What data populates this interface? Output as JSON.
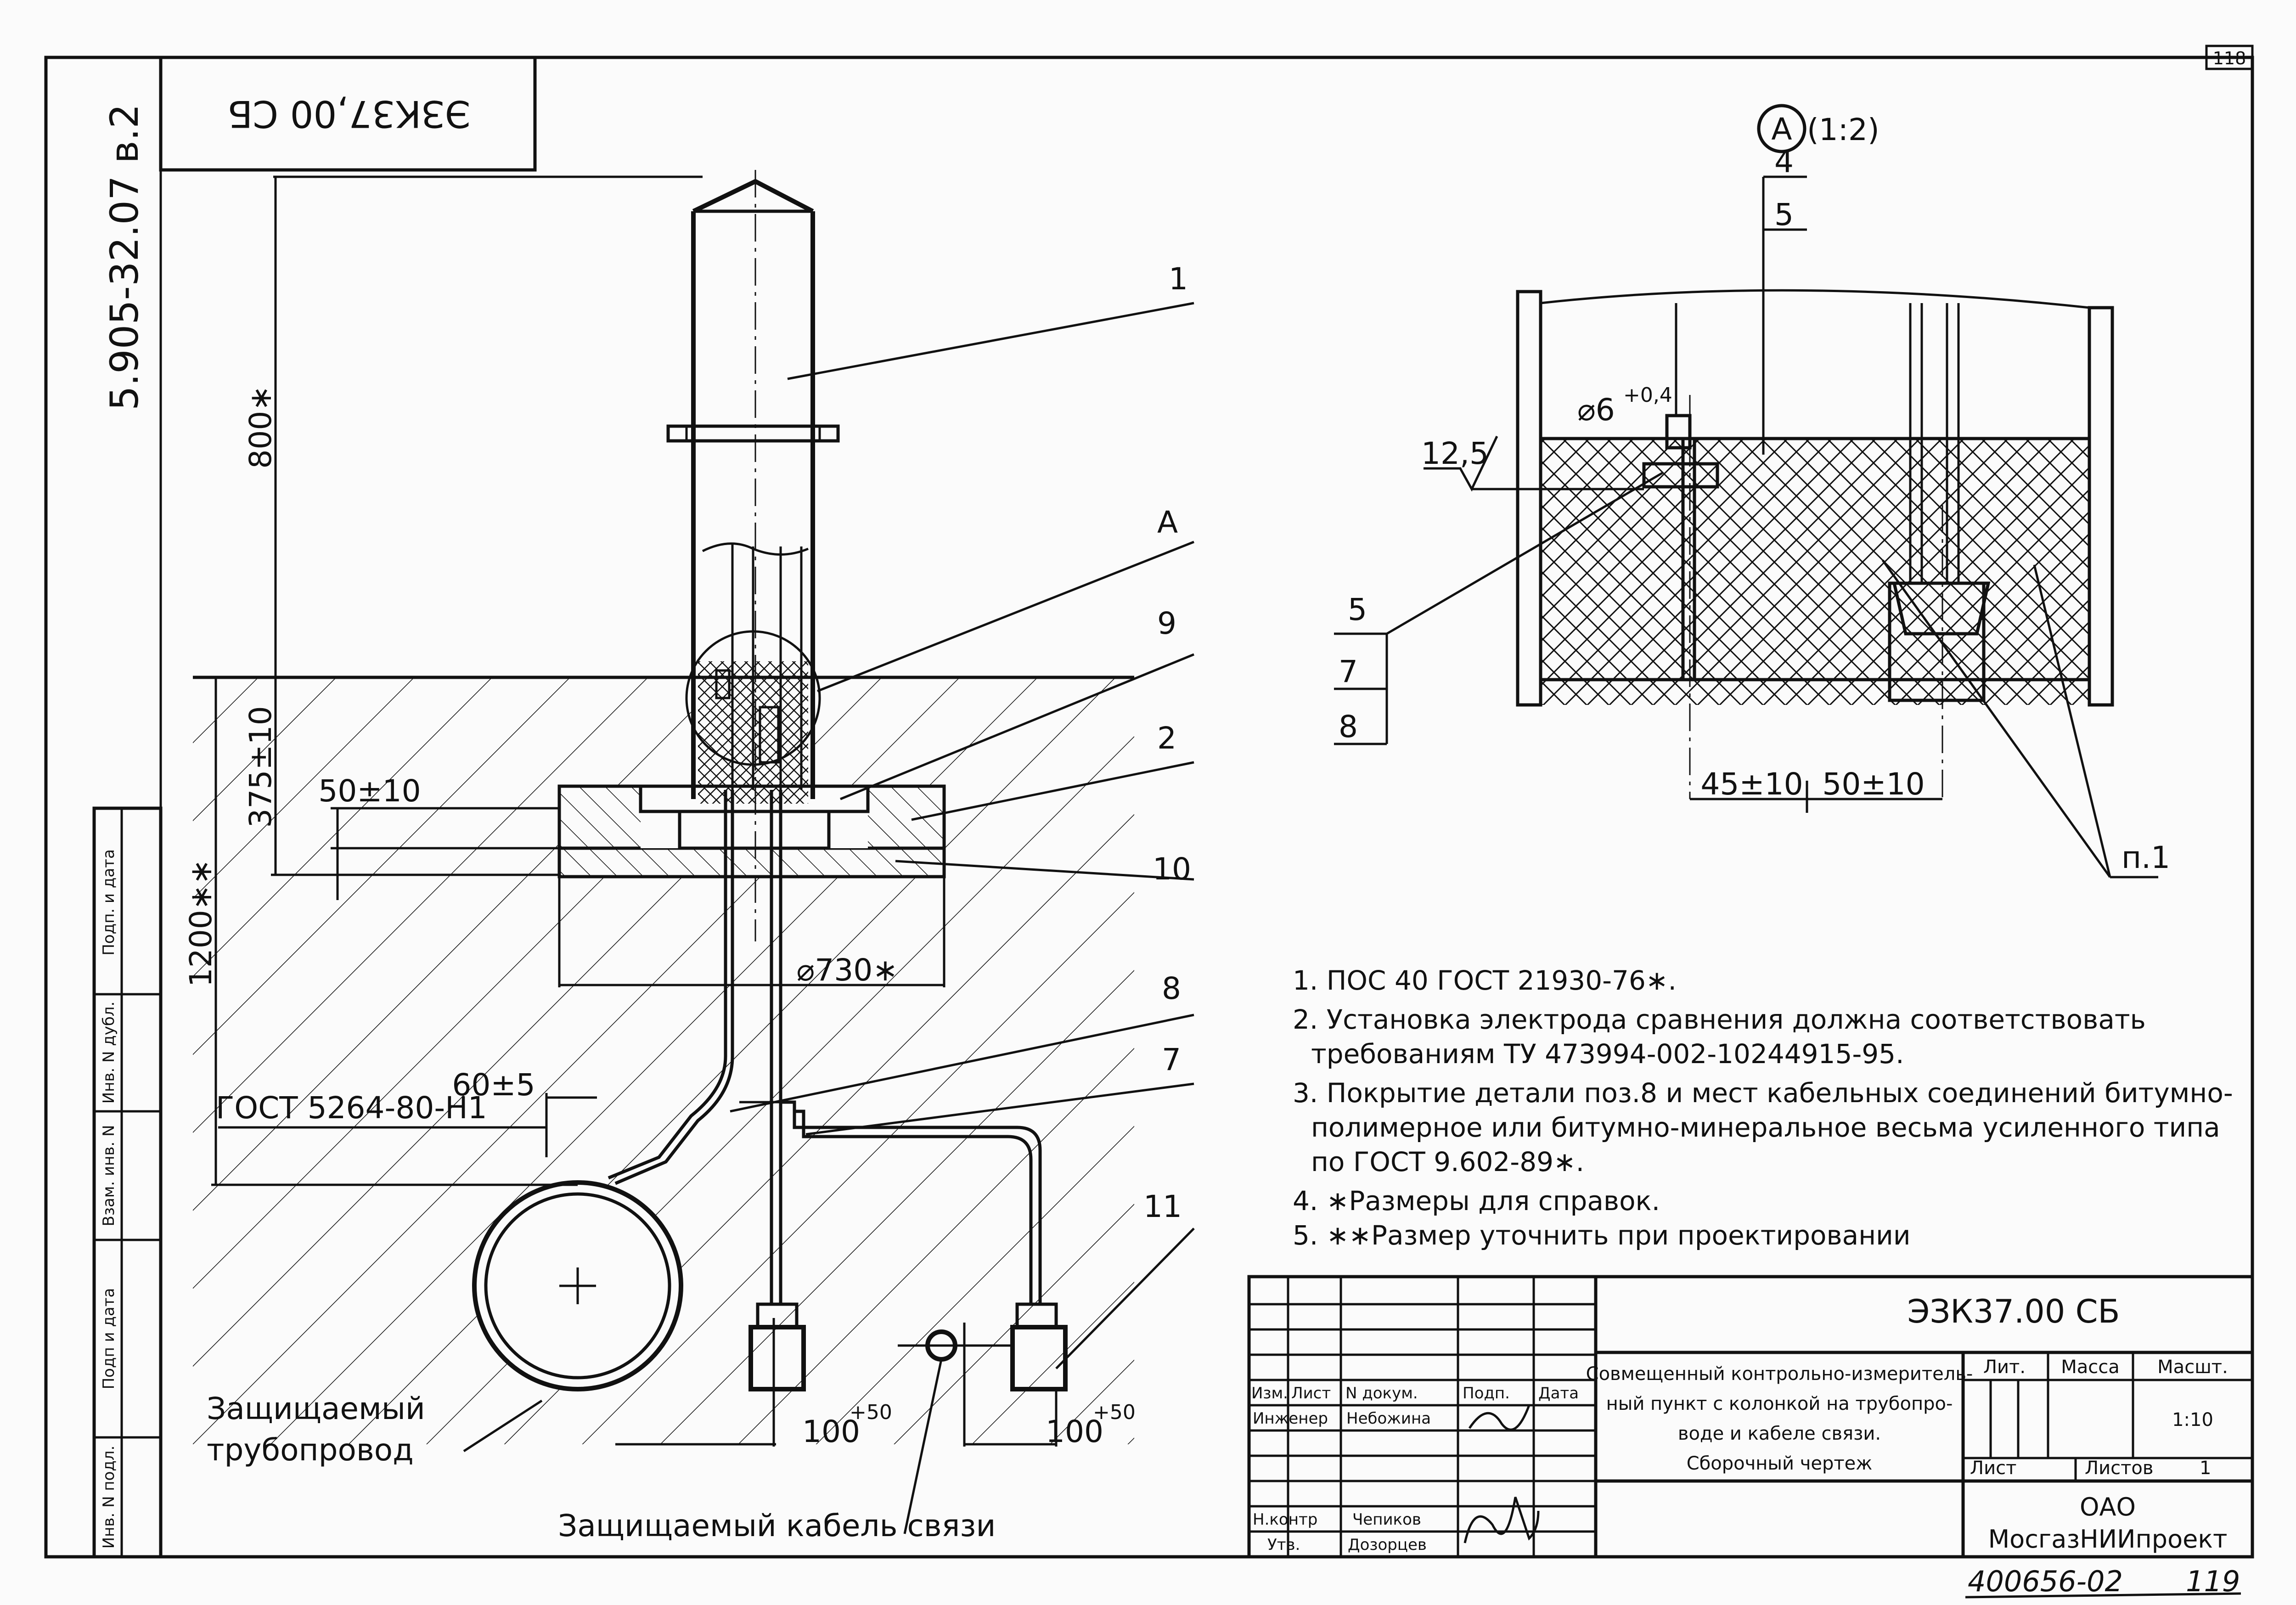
{
  "sheet": {
    "page_number": "118",
    "handwritten_page": "119",
    "archive_number": "400656-02",
    "doc_code_rotated": "ЭЗК37,00 СБ",
    "series_code": "5.905-32.07 в.2"
  },
  "callouts": {
    "c1": "1",
    "cA": "A",
    "c9": "9",
    "c2": "2",
    "c10": "10",
    "c8": "8",
    "c7": "7",
    "c11": "11"
  },
  "detail": {
    "circle_label": "A",
    "scale": "(1:2)",
    "stack_top": [
      "4",
      "5"
    ],
    "stack_left": [
      "5",
      "7",
      "8"
    ],
    "roughness": "12,5",
    "diameter": "⌀6",
    "tolerance": "+0,4",
    "dim_left": "45±10",
    "dim_right": "50±10",
    "note_ref": "п.1"
  },
  "dimensions": {
    "d800": "800∗",
    "d375": "375±10",
    "d50": "50±10",
    "d1200": "1200∗∗",
    "d730": "⌀730∗",
    "d60": "60±5",
    "gost": "ГОСТ 5264-80-Н1",
    "d100a": "100",
    "d100a_tol": "+50",
    "d100b": "100",
    "d100b_tol": "+50"
  },
  "labels": {
    "pipe_line1": "Защищаемый",
    "pipe_line2": "трубопровод",
    "cable": "Защищаемый кабель связи"
  },
  "notes": [
    "1. ПОС 40 ГОСТ 21930-76∗.",
    "2. Установка электрода сравнения должна соответствовать",
    "требованиям ТУ 473994-002-10244915-95.",
    "3. Покрытие детали поз.8 и мест кабельных соединений битумно-",
    "полимерное или битумно-минеральное весьма усиленного типа",
    "по ГОСТ 9.602-89∗.",
    "4. ∗Размеры для справок.",
    "5. ∗∗Размер уточнить при проектировании"
  ],
  "titleblock": {
    "doc_code": "ЭЗК37.00 СБ",
    "title_lines": [
      "Совмещенный контрольно-измеритель-",
      "ный пункт с колонкой на трубопро-",
      "воде и кабеле связи.",
      "Сборочный чертеж"
    ],
    "col_izm": "Изм.",
    "col_list": "Лист",
    "col_ndoc": "N докум.",
    "col_sign": "Подп.",
    "col_date": "Дата",
    "role_engineer": "Инженер",
    "name_engineer": "Небожина",
    "role_control": "Н.контр",
    "name_control": "Чепиков",
    "role_approve": "Утв.",
    "name_approve": "Дозорцев",
    "lit": "Лит.",
    "mass": "Масса",
    "scale_head": "Масшт.",
    "scale_value": "1:10",
    "sheet": "Лист",
    "sheets": "Листов",
    "sheets_value": "1",
    "org_line1": "ОАО",
    "org_line2": "МосгазНИИпроект"
  },
  "sidebar": {
    "cells": [
      "Подп. и дата",
      "Инв. N дубл.",
      "Взам. инв. N",
      "Подп и дата",
      "Инв. N подл."
    ]
  }
}
